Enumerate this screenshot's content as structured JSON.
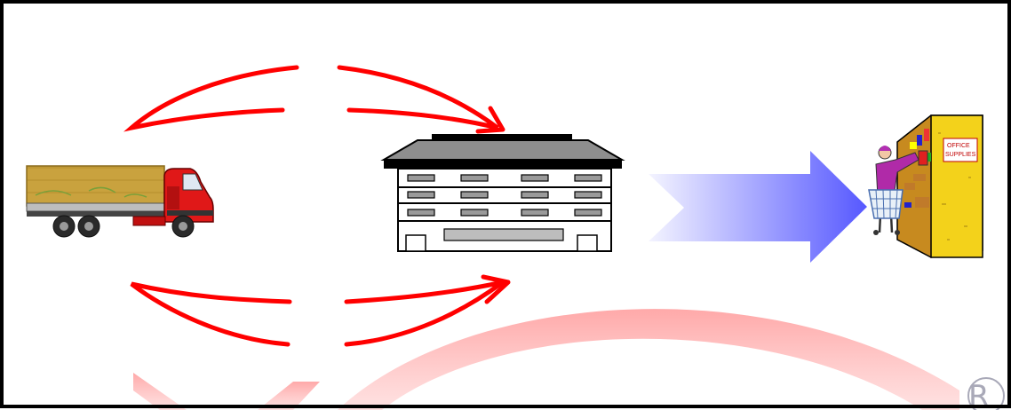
{
  "sign": {
    "line1": "OFFICE",
    "line2": "SUPPLIES"
  },
  "watermark": {
    "mark": "R"
  },
  "colors": {
    "frame": "#000000",
    "flow_arrows": "#ff0000",
    "retail_arrow_start": "#f2f2ff",
    "retail_arrow_end": "#5a5cff",
    "watermark": "#ff6b6b"
  },
  "icons": {
    "supplier": "truck-icon",
    "distribution_center": "warehouse-icon",
    "retail": "shopper-icon"
  }
}
